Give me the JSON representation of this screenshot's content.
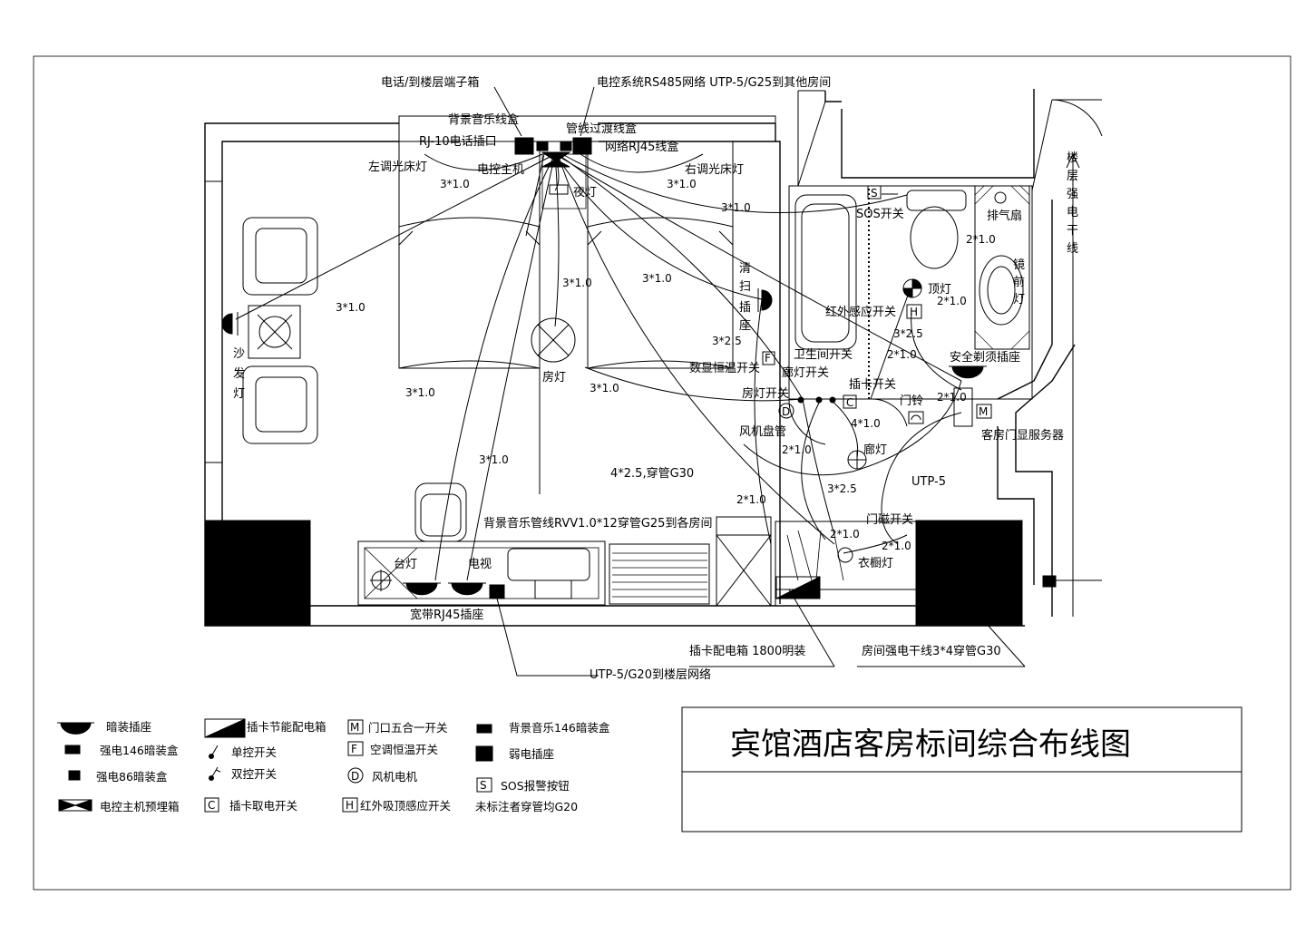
{
  "title_block": {
    "title": "宾馆酒店客房标间综合布线图"
  },
  "top_labels": {
    "phone_terminal": "电话/到楼层端子箱",
    "rs485": "电控系统RS485网络 UTP-5/G25到其他房间",
    "bgm_box": "背景音乐线盒",
    "pipe_box": "管线过渡线盒",
    "rj10": "RJ-10电话插口",
    "rj45_box": "网络RJ45线盒",
    "left_lamp": "左调光床灯",
    "main_unit": "电控主机",
    "right_lamp": "右调光床灯",
    "night_light": "夜灯"
  },
  "room_labels": {
    "sofa_lamp": [
      "沙",
      "发",
      "灯"
    ],
    "cleaning_socket": [
      "清",
      "扫",
      "插",
      "座"
    ],
    "room_light": "房灯",
    "sos_switch": "SOS开关",
    "exhaust_fan": "排气扇",
    "mirror_light": [
      "镜",
      "前",
      "灯"
    ],
    "ceiling_light": "顶灯",
    "ir_switch": "红外感应开关",
    "bath_switch": "卫生间开关",
    "digital_thermo": "数显恒温开关",
    "corridor_switch": "廊灯开关",
    "room_switch": "房灯开关",
    "card_switch": "插卡开关",
    "fan_coil": "风机盘管",
    "doorbell": "门铃",
    "safety_socket": "安全剃须插座",
    "door_server": "客房门显服务器",
    "corridor_light": "廊灯",
    "utp5": "UTP-5",
    "door_switch": "门磁开关",
    "wardrobe_light": "衣橱灯",
    "desk_lamp": "台灯",
    "tv": "电视",
    "bgm_pipe": "背景音乐管线RVV1.0*12穿管G25到各房间",
    "pipe_g30": "4*2.5,穿管G30",
    "broadband": "宽带RJ45插座",
    "card_box": "插卡配电箱 1800明装",
    "power_trunk": "房间强电干线3*4穿管G30",
    "utp_floor": "UTP-5/G20到楼层网络",
    "riser": [
      "楼",
      "层",
      "强",
      "电",
      "干",
      "线"
    ]
  },
  "wire_marks": {
    "m10": "3*1.0",
    "m25": "3*2.5",
    "m21": "2*1.0",
    "m41": "4*1.0",
    "s": "S",
    "d": "D",
    "h": "H",
    "f": "F",
    "c": "C",
    "m": "M"
  },
  "legend": {
    "col1": [
      "暗装插座",
      "强电146暗装盒",
      "强电86暗装盒",
      "电控主机预埋箱"
    ],
    "col2": [
      "插卡节能配电箱",
      "单控开关",
      "双控开关",
      "插卡取电开关"
    ],
    "col3": [
      "门口五合一开关",
      "空调恒温开关",
      "风机电机",
      "红外吸顶感应开关",
      "未标注者穿管均G20"
    ],
    "col4": [
      "背景音乐146暗装盒",
      "弱电插座",
      "SOS报警按钮"
    ],
    "letters": {
      "m": "M",
      "f": "F",
      "d": "D",
      "c": "C",
      "h": "H",
      "s": "S"
    }
  }
}
